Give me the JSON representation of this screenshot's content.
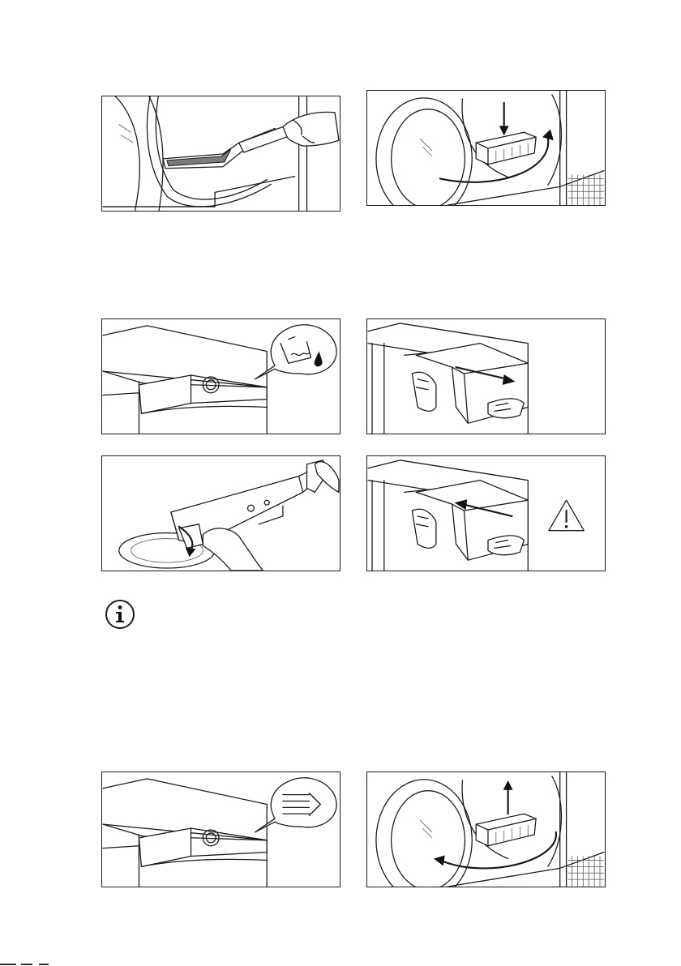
{
  "figures": [
    {
      "id": "p1",
      "icon": "vacuum-cleaning-door-filter"
    },
    {
      "id": "p2",
      "icon": "filter-insert-into-drum"
    },
    {
      "id": "p3",
      "icon": "water-container-indicator-icon"
    },
    {
      "id": "p4",
      "icon": "pull-out-water-container"
    },
    {
      "id": "p5",
      "icon": "empty-water-container"
    },
    {
      "id": "p6",
      "icon": "push-in-water-container"
    },
    {
      "id": "p7",
      "icon": "filter-cleaning-indicator-icon"
    },
    {
      "id": "p8",
      "icon": "filter-remove-from-drum"
    }
  ],
  "info_icon": "info-icon",
  "warning_icon": "warning-triangle-icon",
  "colors": {
    "line": "#1a1a1a",
    "background": "#ffffff"
  }
}
